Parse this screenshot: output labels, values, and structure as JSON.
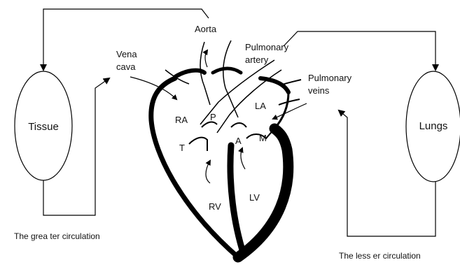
{
  "colors": {
    "ink": "#000000",
    "paper": "#ffffff"
  },
  "organs": {
    "tissue": "Tissue",
    "lungs": "Lungs"
  },
  "vessels": {
    "aorta": "Aorta",
    "vena_cava_line1": "Vena",
    "vena_cava_line2": "cava",
    "pulmonary_artery_line1": "Pulmonary",
    "pulmonary_artery_line2": "artery",
    "pulmonary_veins_line1": "Pulmonary",
    "pulmonary_veins_line2": "veins"
  },
  "chambers": {
    "ra": "RA",
    "la": "LA",
    "rv": "RV",
    "lv": "LV"
  },
  "valves": {
    "p": "P",
    "t": "T",
    "a": "A",
    "m": "M"
  },
  "circulations": {
    "greater": "The grea ter circulation",
    "lesser": "The less er circulation"
  }
}
